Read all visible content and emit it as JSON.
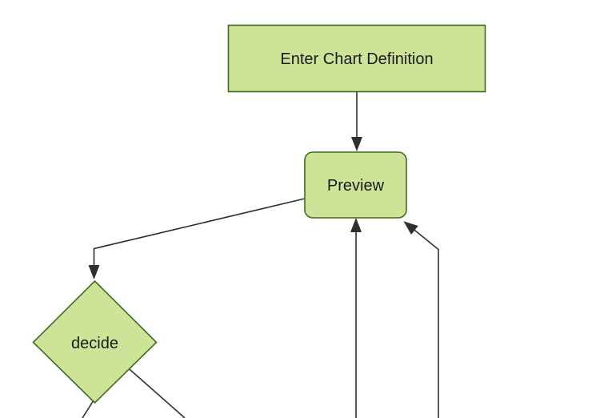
{
  "diagram": {
    "type": "flowchart",
    "orientation": "top-down",
    "background_color": "#ffffff",
    "node_fill_color": "#cde498",
    "node_border_color": "#3f6c1f",
    "edge_color": "#2f2f2f",
    "text_color": "#1a1a1a",
    "nodes": [
      {
        "id": "enter-chart-definition",
        "label": "Enter Chart Definition",
        "shape": "rectangle"
      },
      {
        "id": "preview",
        "label": "Preview",
        "shape": "rounded-rectangle"
      },
      {
        "id": "decide",
        "label": "decide",
        "shape": "diamond"
      }
    ],
    "edges": [
      {
        "from": "enter-chart-definition",
        "to": "preview",
        "arrowhead": true
      },
      {
        "from": "preview",
        "to": "decide",
        "arrowhead": true
      },
      {
        "from": "offscreen-bottom",
        "to": "preview",
        "arrowhead": true
      },
      {
        "from": "offscreen-bottom",
        "to": "preview",
        "arrowhead": true
      },
      {
        "from": "decide",
        "to": "offscreen-bottom-left",
        "arrowhead": false
      },
      {
        "from": "decide",
        "to": "offscreen-bottom-right",
        "arrowhead": false
      }
    ]
  }
}
